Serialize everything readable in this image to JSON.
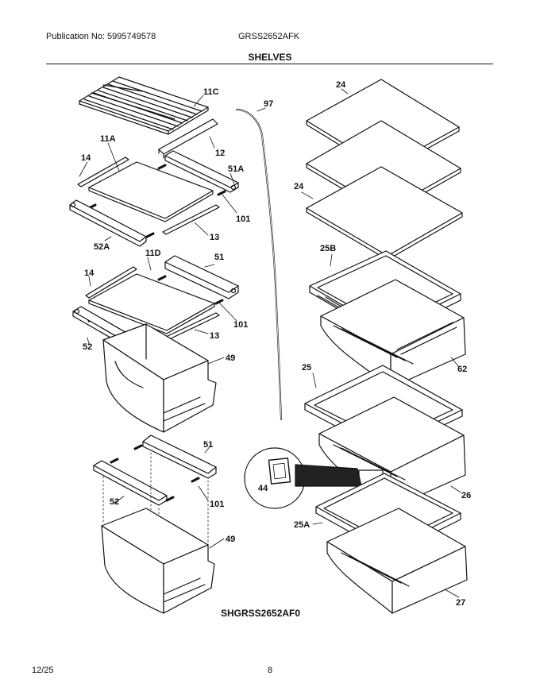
{
  "header": {
    "publication": "Publication No: 5995749578",
    "model": "GRSS2652AFK",
    "section": "SHELVES"
  },
  "diagram": {
    "callouts": {
      "c11C": "11C",
      "c97": "97",
      "c24a": "24",
      "c11A": "11A",
      "c12": "12",
      "c14a": "14",
      "c51A": "51A",
      "c24b": "24",
      "c101a": "101",
      "c13a": "13",
      "c52A": "52A",
      "c11D": "11D",
      "c51a": "51",
      "c25B": "25B",
      "c14b": "14",
      "c101b": "101",
      "c13b": "13",
      "c52a": "52",
      "c49a": "49",
      "c62": "62",
      "c25": "25",
      "c51b": "51",
      "c44": "44",
      "c52b": "52",
      "c101c": "101",
      "c26": "26",
      "c25A": "25A",
      "c49b": "49",
      "c27": "27"
    },
    "drawing_code": "SHGRSS2652AF0"
  },
  "footer": {
    "date": "12/25",
    "page": "8"
  }
}
